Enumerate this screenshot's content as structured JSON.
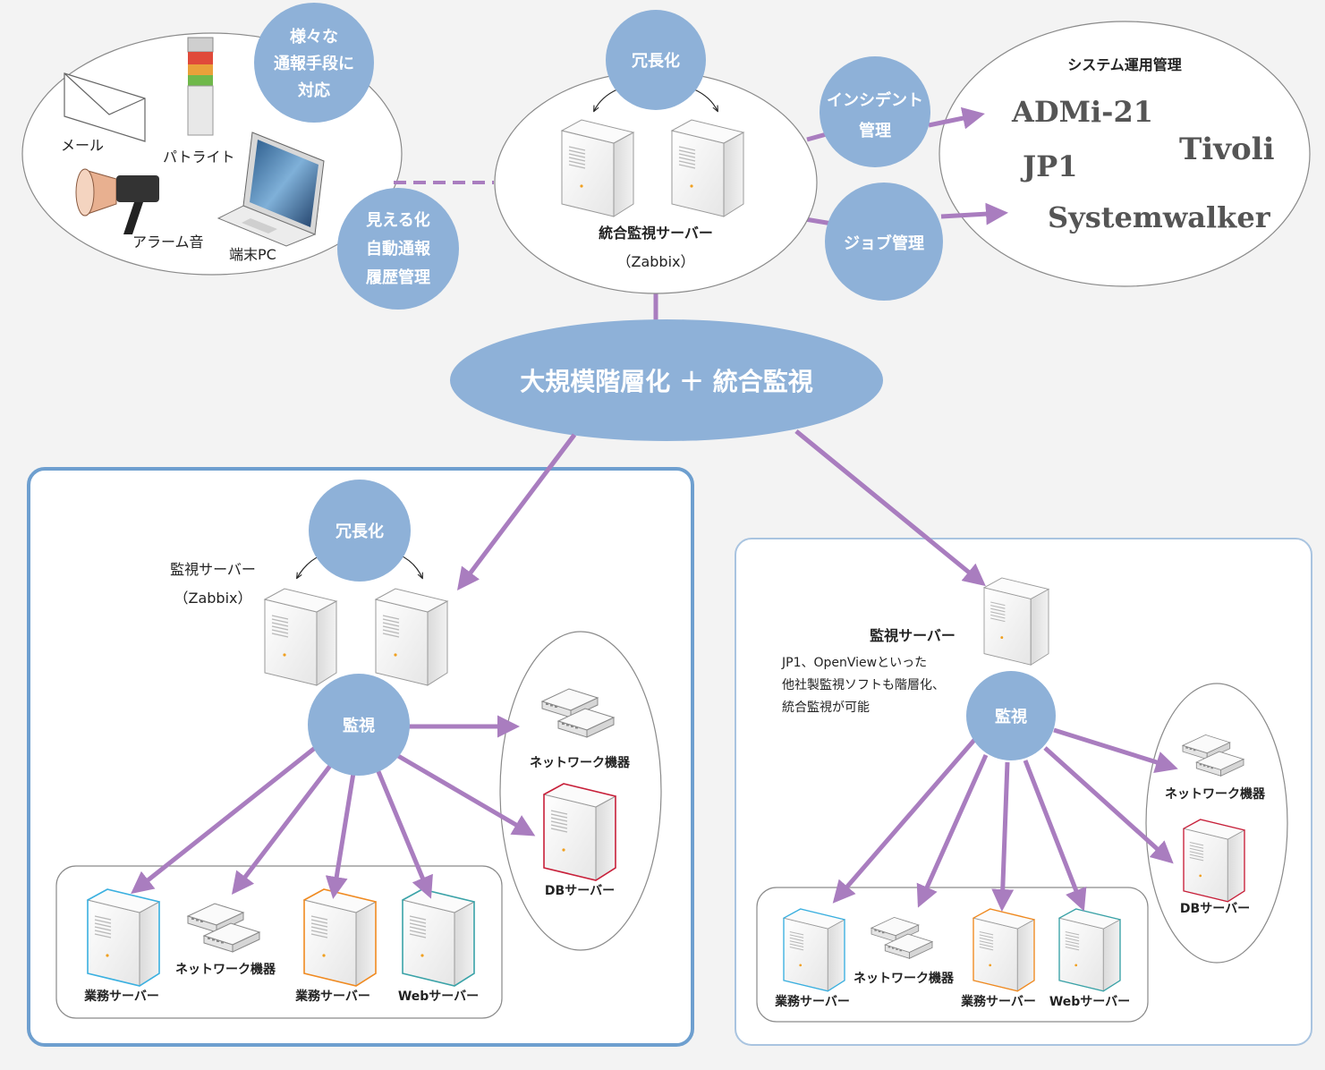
{
  "colors": {
    "bubble": "#8eb1d8",
    "arrow": "#a97dbf",
    "panel_border_left": "#6e9fcf",
    "panel_border_right": "#a9c4e0",
    "ellipse_border": "#8a8a8a"
  },
  "top_left": {
    "bubble_lines": [
      "様々な",
      "通報手段に",
      "対応"
    ],
    "mail": "メール",
    "patlite": "パトライト",
    "alarm": "アラーム音",
    "pc": "端末PC",
    "bottom_bubble_lines": [
      "見える化",
      "自動通報",
      "履歴管理"
    ]
  },
  "center_top": {
    "redundancy": "冗長化",
    "server_title": "統合監視サーバー",
    "server_sub": "（Zabbix）"
  },
  "right_top": {
    "incident_lines": [
      "インシデント",
      "管理"
    ],
    "job": "ジョブ管理",
    "title": "システム運用管理",
    "brands": [
      "ADMi-21",
      "Tivoli",
      "JP1",
      "Systemwalker"
    ]
  },
  "central_banner": "大規模階層化 ＋ 統合監視",
  "left_panel": {
    "redundancy": "冗長化",
    "server_title": "監視サーバー",
    "server_sub": "（Zabbix）",
    "monitor": "監視",
    "network": "ネットワーク機器",
    "db": "DBサーバー",
    "biz1": "業務サーバー",
    "network2": "ネットワーク機器",
    "biz2": "業務サーバー",
    "web": "Webサーバー"
  },
  "right_panel": {
    "server_title": "監視サーバー",
    "note_lines": [
      "JP1、OpenViewといった",
      "他社製監視ソフトも階層化、",
      "統合監視が可能"
    ],
    "monitor": "監視",
    "network": "ネットワーク機器",
    "db": "DBサーバー",
    "biz1": "業務サーバー",
    "network2": "ネットワーク機器",
    "biz2": "業務サーバー",
    "web": "Webサーバー"
  }
}
